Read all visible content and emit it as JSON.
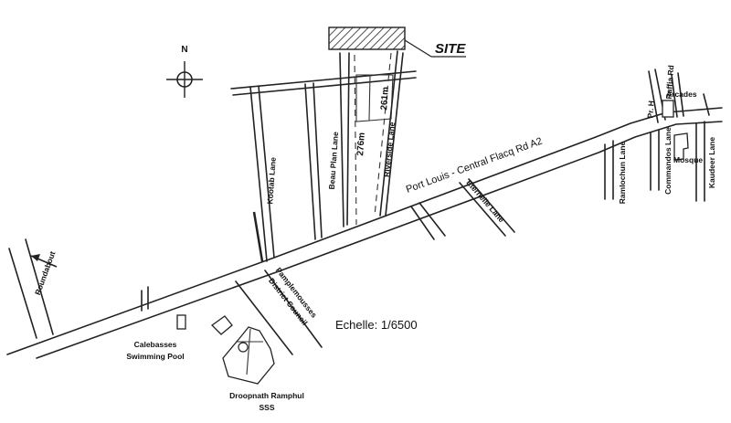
{
  "compass": {
    "north_label": "N"
  },
  "site": {
    "label": "SITE"
  },
  "dimensions": {
    "length_a": "276m",
    "length_b": "261m"
  },
  "roads": {
    "main_road": "Port Louis - Central Flacq Rd A2",
    "kootab_lane": "Kootab Lane",
    "beau_plan_lane": "Beau Plan Lane",
    "riverside_lane": "Riverside Lane",
    "eternelle_lane": "Eternelle Lane",
    "ramlochun_lane": "Ramlochun Lane",
    "commandos_lane": "Commandos Lane",
    "kaudeer_lane": "Kaudeer Lane",
    "raffia_rd": "Raffia Rd",
    "pr_h": "Pr. H"
  },
  "places": {
    "roundabout": "Roundabout",
    "district_council_line1": "Pamplemousses",
    "district_council_line2": "District Council",
    "calebasses_line1": "Calebasses",
    "calebasses_line2": "Swimming Pool",
    "school_line1": "Droopnath Ramphul",
    "school_line2": "SSS",
    "arcades": "Arcades",
    "mosque": "Mosque"
  },
  "scale": {
    "label": "Echelle: 1/6500"
  },
  "colors": {
    "ink": "#222222",
    "background": "#ffffff"
  }
}
